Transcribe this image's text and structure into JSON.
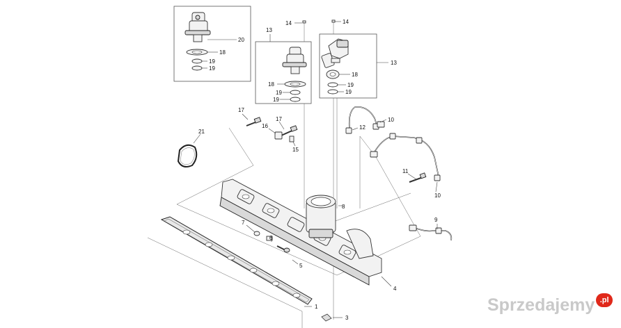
{
  "diagram": {
    "callouts": {
      "c1": "1",
      "c3": "3",
      "c4": "4",
      "c5": "5",
      "c6": "6",
      "c7": "7",
      "c8": "8",
      "c9": "9",
      "c10a": "10",
      "c10b": "10",
      "c11": "11",
      "c12": "12",
      "c13a": "13",
      "c13b": "13",
      "c14a": "14",
      "c14b": "14",
      "c15": "15",
      "c16": "16",
      "c17a": "17",
      "c17b": "17",
      "c18a": "18",
      "c18b": "18",
      "c18c": "18",
      "c19a": "19",
      "c19b": "19",
      "c19c": "19",
      "c19d": "19",
      "c19e": "19",
      "c19f": "19",
      "c20": "20",
      "c21": "21"
    }
  },
  "watermark": {
    "text": "Sprzedajemy",
    "badge": ".pl"
  }
}
